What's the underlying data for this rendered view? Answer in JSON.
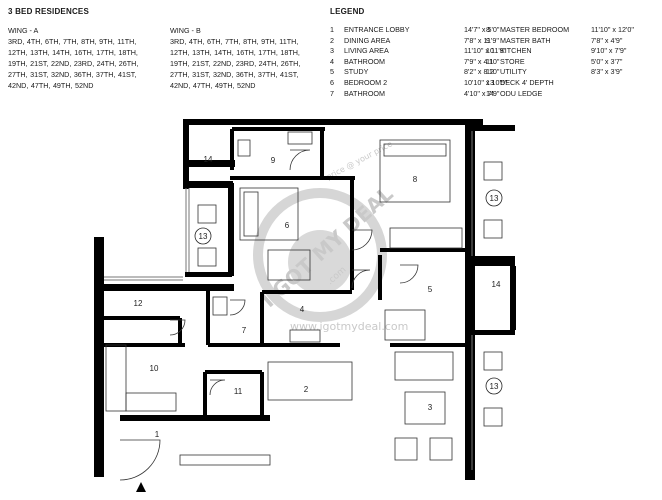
{
  "heading": "3 BED RESIDENCES",
  "legend_title": "LEGEND",
  "wing_a": {
    "title": "WING - A",
    "floors": "3RD, 4TH, 6TH, 7TH, 8TH, 9TH, 11TH, 12TH, 13TH, 14TH, 16TH, 17TH, 18TH, 19TH, 21ST, 22ND, 23RD, 24TH, 26TH, 27TH, 31ST, 32ND, 36TH, 37TH, 41ST, 42ND, 47TH, 49TH, 52ND"
  },
  "wing_b": {
    "title": "WING - B",
    "floors": "3RD, 4TH, 6TH, 7TH, 8TH, 9TH, 11TH, 12TH, 13TH, 14TH, 16TH, 17TH, 18TH, 19TH, 21ST, 22ND, 23RD, 24TH, 26TH, 27TH, 31ST, 32ND, 36TH, 37TH, 41ST, 42ND, 47TH, 49TH, 52ND"
  },
  "legend": [
    {
      "num": "1",
      "name": "ENTRANCE LOBBY",
      "dim": "14'7\" x 5'0\""
    },
    {
      "num": "2",
      "name": "DINING AREA",
      "dim": "7'8\" x 11'9\""
    },
    {
      "num": "3",
      "name": "LIVING AREA",
      "dim": "11'10\" x 11'9\""
    },
    {
      "num": "4",
      "name": "BATHROOM",
      "dim": "7'9\" x 4'10\""
    },
    {
      "num": "5",
      "name": "STUDY",
      "dim": "8'2\" x 8'10\""
    },
    {
      "num": "6",
      "name": "BEDROOM 2",
      "dim": "10'10\" x 10'5\""
    },
    {
      "num": "7",
      "name": "BATHROOM",
      "dim": "4'10\" x 7'9\""
    },
    {
      "num": "8",
      "name": "MASTER BEDROOM",
      "dim": "11'10\" x 12'0\""
    },
    {
      "num": "9",
      "name": "MASTER BATH",
      "dim": "7'8\" x 4'9\""
    },
    {
      "num": "10",
      "name": "KITCHEN",
      "dim": "9'10\" x 7'9\""
    },
    {
      "num": "11",
      "name": "STORE",
      "dim": "5'0\" x 3'7\""
    },
    {
      "num": "12",
      "name": "UTILITY",
      "dim": "8'3\" x 3'9\""
    },
    {
      "num": "13",
      "name": "DECK 4' DEPTH",
      "dim": ""
    },
    {
      "num": "14",
      "name": "ODU LEDGE",
      "dim": ""
    }
  ],
  "plan_labels": {
    "r1": "1",
    "r2": "2",
    "r3": "3",
    "r4": "4",
    "r5": "5",
    "r6": "6",
    "r7": "7",
    "r8": "8",
    "r9": "9",
    "r10": "10",
    "r11": "11",
    "r12": "12",
    "r13a": "13",
    "r13b": "13",
    "r13c": "13",
    "r14a": "14",
    "r14b": "14"
  },
  "watermark": {
    "top": "price @ your price",
    "main": "I GOT MY DEAL",
    "dotcom": ".com",
    "url": "www.igotmydeal.com"
  }
}
